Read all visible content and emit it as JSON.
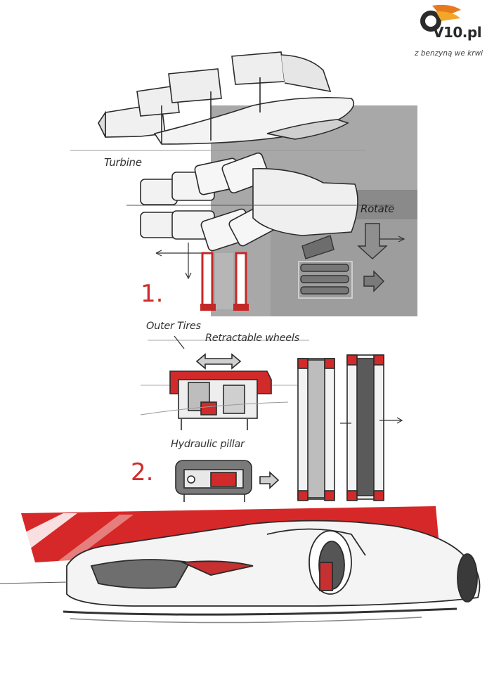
{
  "logo": {
    "brand": "V10.pl",
    "tagline": "z benzyną we krwi"
  },
  "labels": {
    "turbine": "Turbine",
    "rotate": "Rotate",
    "outer_tires": "Outer Tires",
    "retractable_wheels": "Retractable wheels",
    "hydraulic_pillar": "Hydraulic pillar",
    "step1": "1.",
    "step2": "2."
  },
  "colors": {
    "accent_red": "#d42a2a",
    "panel_gray": "#a9a9a9",
    "ink": "#2b2b2b"
  }
}
